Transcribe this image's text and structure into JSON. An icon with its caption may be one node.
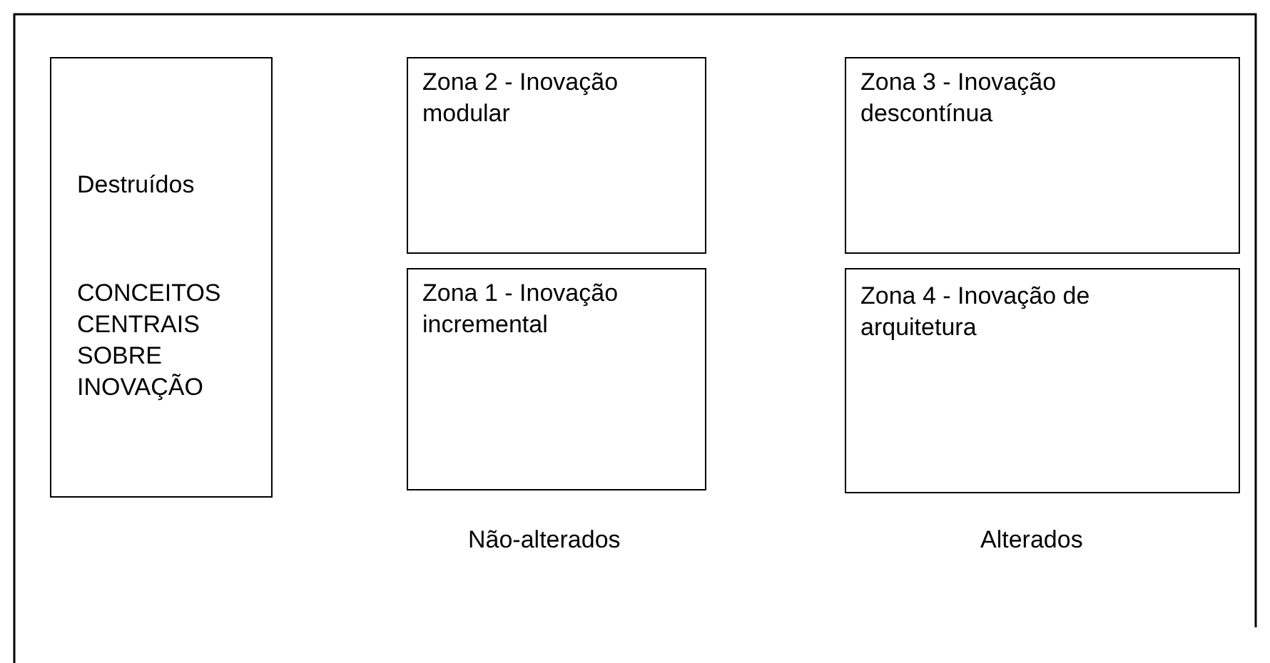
{
  "diagram": {
    "nodes": [
      {
        "text": [
          "Destruídos",
          "CONCEITOS CENTRAIS SOBRE INOVAÇÃO"
        ]
      },
      {
        "text": [
          "Zona 2 - Inovação modular"
        ]
      },
      {
        "text": [
          "Zona 3 - Inovação descontínua"
        ]
      },
      {
        "text": [
          "Zona 1 - Inovação incremental"
        ]
      },
      {
        "text": [
          "Zona 4 - Inovação de arquitetura"
        ]
      }
    ],
    "edges": [],
    "labels": [
      "Não-alterados",
      "Alterados"
    ]
  }
}
